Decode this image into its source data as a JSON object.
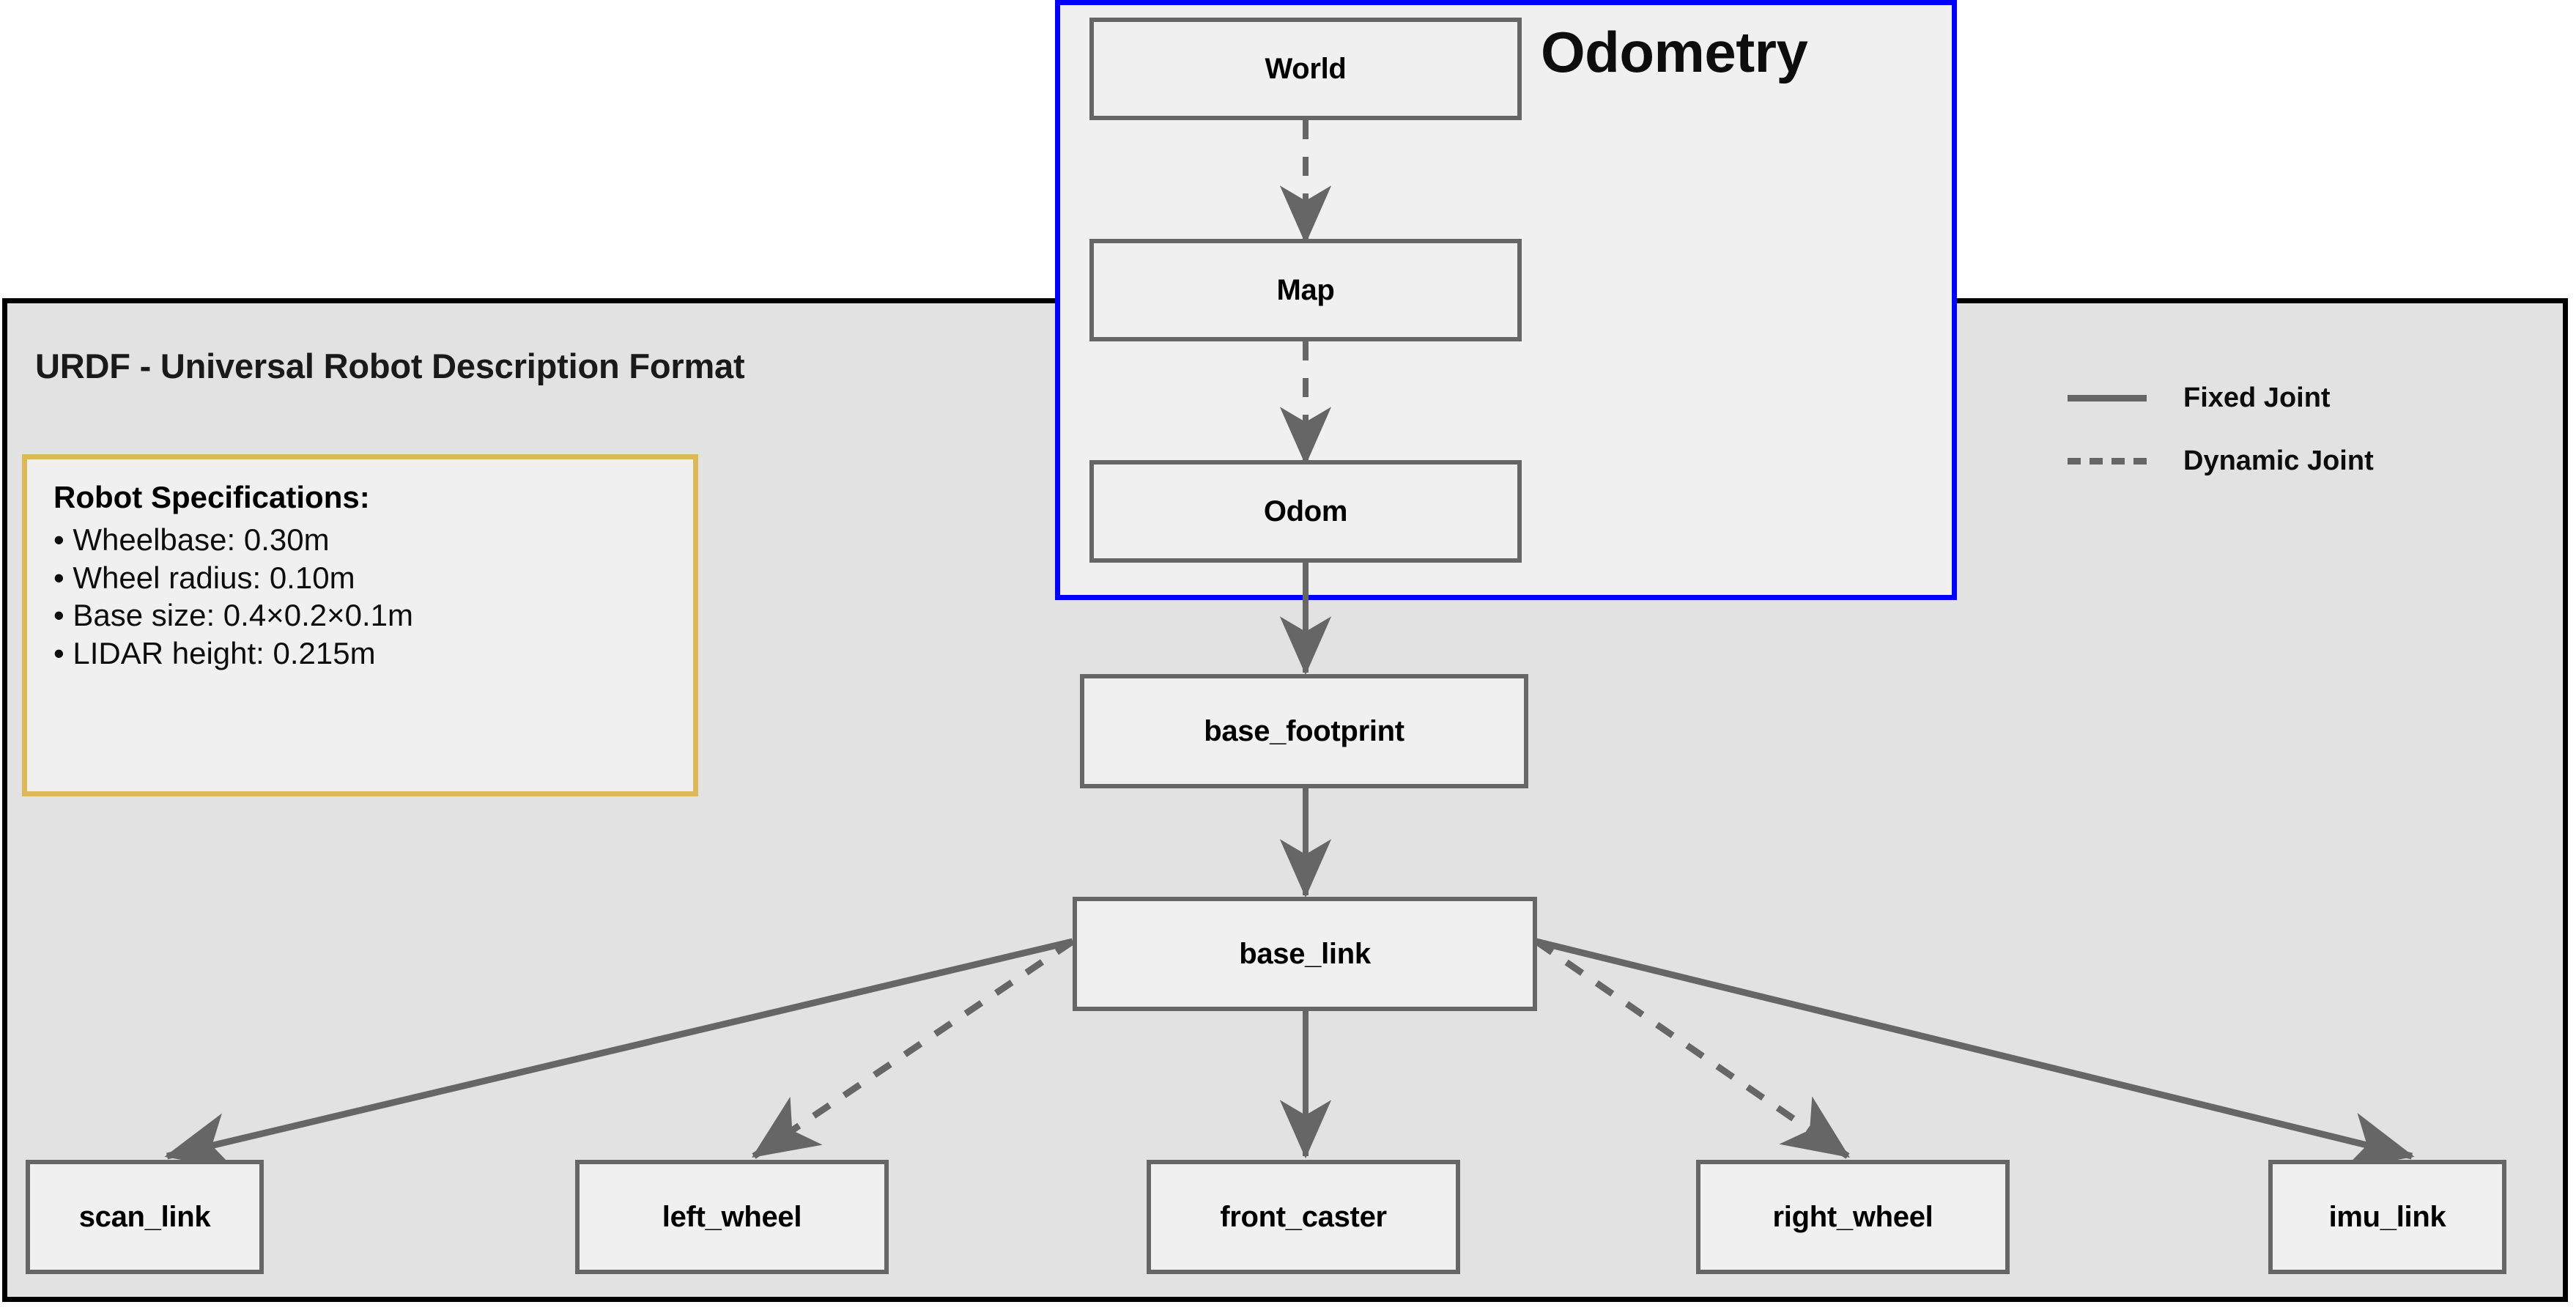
{
  "diagram": {
    "title_odometry": "Odometry",
    "title_urdf": "URDF - Universal Robot Description Format"
  },
  "nodes": {
    "world": "World",
    "map": "Map",
    "odom": "Odom",
    "base_footprint": "base_footprint",
    "base_link": "base_link",
    "scan_link": "scan_link",
    "left_wheel": "left_wheel",
    "front_caster": "front_caster",
    "right_wheel": "right_wheel",
    "imu_link": "imu_link"
  },
  "spec_box": {
    "title": "Robot Specifications:",
    "items": [
      "• Wheelbase: 0.30m",
      "• Wheel radius: 0.10m",
      "• Base size: 0.4×0.2×0.1m",
      "• LIDAR height: 0.215m"
    ]
  },
  "legend": {
    "items": [
      {
        "label": "Fixed Joint",
        "style": "solid"
      },
      {
        "label": "Dynamic Joint",
        "style": "dashed"
      }
    ]
  },
  "edges": [
    {
      "from": "World",
      "to": "Map",
      "style": "dynamic"
    },
    {
      "from": "Map",
      "to": "Odom",
      "style": "dynamic"
    },
    {
      "from": "Odom",
      "to": "base_footprint",
      "style": "fixed"
    },
    {
      "from": "base_footprint",
      "to": "base_link",
      "style": "fixed"
    },
    {
      "from": "base_link",
      "to": "scan_link",
      "style": "fixed"
    },
    {
      "from": "base_link",
      "to": "left_wheel",
      "style": "dynamic"
    },
    {
      "from": "base_link",
      "to": "front_caster",
      "style": "fixed"
    },
    {
      "from": "base_link",
      "to": "right_wheel",
      "style": "dynamic"
    },
    {
      "from": "base_link",
      "to": "imu_link",
      "style": "fixed"
    }
  ],
  "colors": {
    "edge": "#666666",
    "node_border": "#666666",
    "node_fill": "#f0f0f0",
    "urdf_bg": "#e2e2e2",
    "urdf_border": "#000000",
    "odom_border": "#0000ff",
    "spec_border": "#dcb856"
  }
}
